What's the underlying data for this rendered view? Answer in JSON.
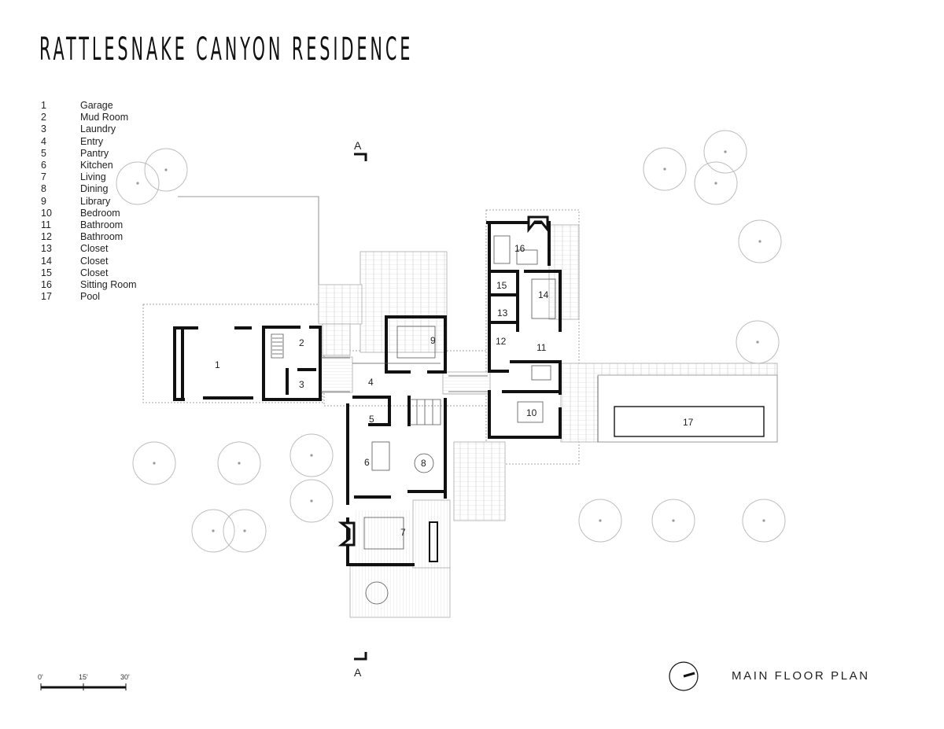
{
  "title": "RATTLESNAKE CANYON RESIDENCE",
  "legend": [
    {
      "num": "1",
      "name": "Garage"
    },
    {
      "num": "2",
      "name": "Mud Room"
    },
    {
      "num": "3",
      "name": "Laundry"
    },
    {
      "num": "4",
      "name": "Entry"
    },
    {
      "num": "5",
      "name": "Pantry"
    },
    {
      "num": "6",
      "name": "Kitchen"
    },
    {
      "num": "7",
      "name": "Living"
    },
    {
      "num": "8",
      "name": "Dining"
    },
    {
      "num": "9",
      "name": "Library"
    },
    {
      "num": "10",
      "name": "Bedroom"
    },
    {
      "num": "11",
      "name": "Bathroom"
    },
    {
      "num": "12",
      "name": "Bathroom"
    },
    {
      "num": "13",
      "name": "Closet"
    },
    {
      "num": "14",
      "name": "Closet"
    },
    {
      "num": "15",
      "name": "Closet"
    },
    {
      "num": "16",
      "name": "Sitting Room"
    },
    {
      "num": "17",
      "name": "Pool"
    }
  ],
  "section_marker": "A",
  "scale": {
    "labels": [
      "0'",
      "15'",
      "30'"
    ]
  },
  "plan_title": "MAIN FLOOR PLAN",
  "rooms": {
    "r1": "1",
    "r2": "2",
    "r3": "3",
    "r4": "4",
    "r5": "5",
    "r6": "6",
    "r7": "7",
    "r8": "8",
    "r9": "9",
    "r10": "10",
    "r11": "11",
    "r12": "12",
    "r13": "13",
    "r14": "14",
    "r15": "15",
    "r16": "16",
    "r17": "17"
  },
  "icons": {
    "trees": "tree-circle-icon",
    "north": "north-arrow-icon",
    "section": "section-marker-icon"
  }
}
